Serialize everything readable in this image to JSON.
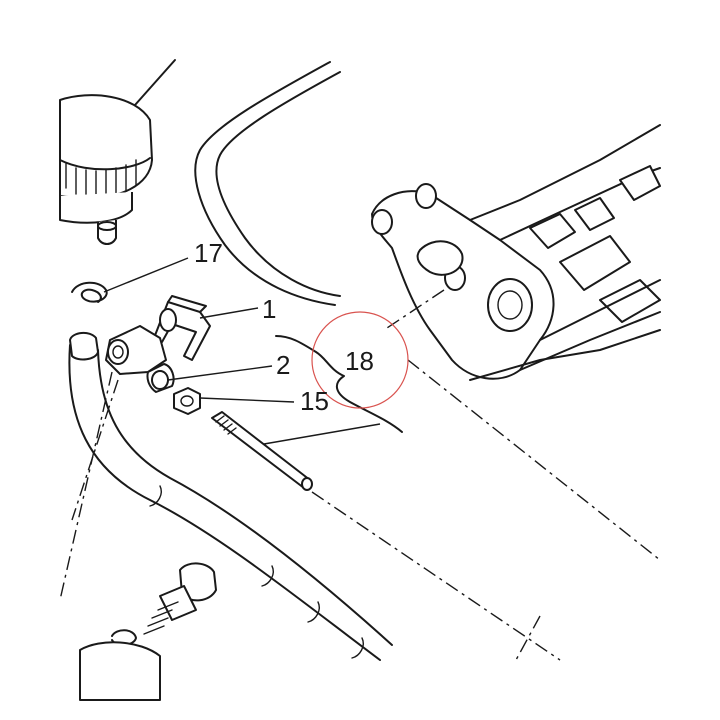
{
  "diagram": {
    "callouts": [
      {
        "id": "17",
        "label": "17"
      },
      {
        "id": "1",
        "label": "1"
      },
      {
        "id": "2",
        "label": "2"
      },
      {
        "id": "18",
        "label": "18"
      },
      {
        "id": "15",
        "label": "15"
      }
    ],
    "highlight_color": "#d9534f",
    "line_color": "#1a1a1a"
  }
}
